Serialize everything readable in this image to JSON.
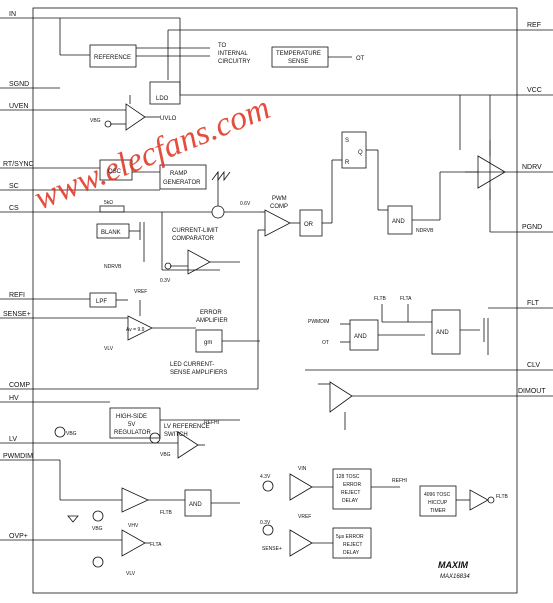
{
  "pins_left": {
    "in": "IN",
    "sgnd": "SGND",
    "uven": "UVEN",
    "rt_sync": "RT/SYNC",
    "sc": "SC",
    "cs": "CS",
    "refi": "REFI",
    "sense_plus": "SENSE+",
    "comp": "COMP",
    "hv": "HV",
    "lv": "LV",
    "pwmdim": "PWMDIM",
    "ovp_plus": "OVP+"
  },
  "pins_right": {
    "ref": "REF",
    "vcc": "VCC",
    "ndrv": "NDRV",
    "pgnd": "PGND",
    "flt": "FLT",
    "clv": "CLV",
    "dimout": "DIMOUT"
  },
  "blocks": {
    "reference": "REFERENCE",
    "to_internal_1": "TO",
    "to_internal_2": "INTERNAL",
    "to_internal_3": "CIRCUITRY",
    "temp_1": "TEMPERATURE",
    "temp_2": "SENSE",
    "ot": "OT",
    "ldo": "LDO",
    "uvlo": "UVLO",
    "osc": "OSC",
    "ramp_1": "RAMP",
    "ramp_2": "GENERATOR",
    "resistor": "5kΩ",
    "blank": "BLANK",
    "ndrvb": "NDRVB",
    "cl_comp_1": "CURRENT-LIMIT",
    "cl_comp_2": "COMPARATOR",
    "v06": "0.6V",
    "v03": "0.3V",
    "pwm_comp_1": "PWM",
    "pwm_comp_2": "COMP",
    "or": "OR",
    "sr_s": "S",
    "sr_r": "R",
    "sr_q": "Q",
    "and": "AND",
    "ndrvb2": "NDRVB",
    "lpf": "LPF",
    "vref": "VREF",
    "av": "Av = 9.9",
    "vlv": "VLV",
    "err_amp_1": "ERROR",
    "err_amp_2": "AMPLIFIER",
    "gm": "gm",
    "led_cs_1": "LED CURRENT-",
    "led_cs_2": "SENSE AMPLIFIERS",
    "pwmdim_in": "PWMDIM",
    "ot_in": "OT",
    "and2": "AND",
    "flt_b": "FLTB",
    "flt_a": "FLTA",
    "and3": "AND",
    "hs_1": "HIGH-SIDE",
    "hs_2": "5V",
    "hs_3": "REGULATOR",
    "lv_ref_1": "LV REFERENCE",
    "lv_ref_2": "SWITCH",
    "vbg": "VBG",
    "refhi": "REFHI",
    "and4": "AND",
    "fltb_in": "FLTB",
    "v43": "4.3V",
    "vin": "VIN",
    "err128_1": "128 TOSC",
    "err128_2": "ERROR",
    "err128_3": "REJECT",
    "err128_4": "DELAY",
    "refhi2": "REFHI",
    "hic_1": "4096 TOSC",
    "hic_2": "HICCUP",
    "hic_3": "TIMER",
    "fltb_out": "FLTB",
    "v03b": "0.3V",
    "vref2": "VREF",
    "sense_plus2": "SENSE+",
    "err5_1": "5μs ERROR",
    "err5_2": "REJECT",
    "err5_3": "DELAY",
    "vhv": "VHV",
    "flta_out": "FLTA",
    "vlv2": "VLV",
    "vbg2": "VBG",
    "vbg3": "VBG",
    "vbg4": "VBG"
  },
  "branding": {
    "logo": "MAXIM",
    "part": "MAX16834",
    "watermark": "www.elecfans.com"
  }
}
